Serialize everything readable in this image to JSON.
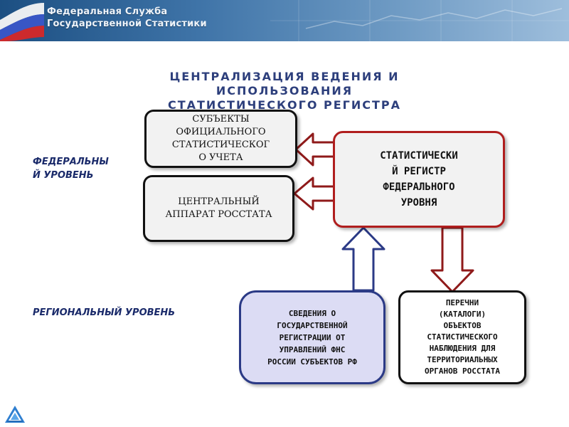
{
  "header": {
    "line1": "Федеральная Служба",
    "line2": "Государственной Статистики"
  },
  "title": {
    "line1": "ЦЕНТРАЛИЗАЦИЯ ВЕДЕНИЯ И",
    "line2": "ИСПОЛЬЗОВАНИЯ",
    "line3": "СТАТИСТИЧЕСКОГО РЕГИСТРА"
  },
  "levels": {
    "federal": {
      "line1": "ФЕДЕРАЛЬНЫ",
      "line2": "Й УРОВЕНЬ"
    },
    "regional": "РЕГИОНАЛЬНЫЙ УРОВЕНЬ"
  },
  "nodes": {
    "subjects": {
      "lines": [
        "СУБЪЕКТЫ",
        "ОФИЦИАЛЬНОГО",
        "СТАТИСТИЧЕСКОГ",
        "О УЧЕТА"
      ]
    },
    "central": {
      "lines": [
        "ЦЕНТРАЛЬНЫЙ",
        "АППАРАТ РОССТАТА"
      ]
    },
    "register": {
      "lines": [
        "СТАТИСТИЧЕСКИ",
        "Й РЕГИСТР",
        "ФЕДЕРАЛЬНОГО",
        "УРОВНЯ"
      ]
    },
    "fns": {
      "lines": [
        "СВЕДЕНИЯ О",
        "ГОСУДАРСТВЕННОЙ",
        "РЕГИСТРАЦИИ ОТ",
        "УПРАВЛЕНИЙ ФНС",
        "РОССИИ СУБЪЕКТОВ РФ"
      ]
    },
    "lists": {
      "lines": [
        "ПЕРЕЧНИ",
        "(КАТАЛОГИ)",
        "ОБЪЕКТОВ",
        "СТАТИСТИЧЕСКОГО",
        "НАБЛЮДЕНИЯ ДЛЯ",
        "ТЕРРИТОРИАЛЬНЫХ",
        "ОРГАНОВ РОССТАТА"
      ]
    }
  },
  "colors": {
    "title": "#2d3f7c",
    "label": "#1a2a6a",
    "register_border": "#b01e1e",
    "fns_border": "#2b3a86",
    "fns_fill": "#dcdcf4",
    "arrow_red": "#8f1a1a",
    "arrow_blue": "#2b3a86"
  }
}
